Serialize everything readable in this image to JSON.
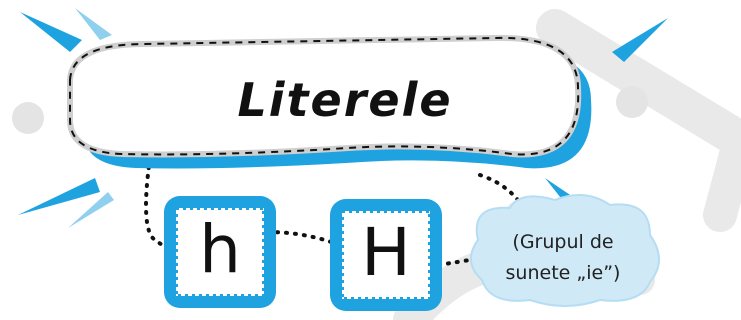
{
  "title": "Literele",
  "letters": {
    "lower": "h",
    "upper": "H"
  },
  "note": {
    "line1": "(Grupul de",
    "line2": "sunete „ie”)"
  },
  "colors": {
    "accent": "#1ea3e0",
    "light_blue": "#cfe9f7",
    "watermark": "#e9e9e9",
    "text": "#111111"
  },
  "icons": [
    "sparkle-rays",
    "stamp-frame",
    "watermark-shape"
  ]
}
